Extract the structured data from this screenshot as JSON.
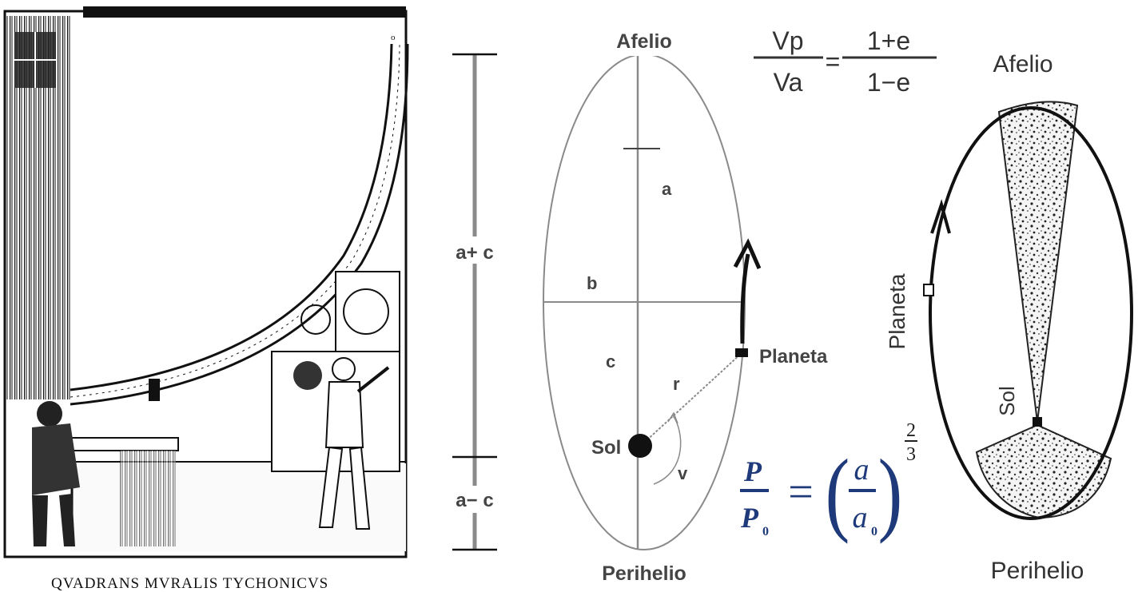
{
  "woodcut": {
    "caption": "QVADRANS MVRALIS TYCHONICVS",
    "scale_mark": "o"
  },
  "axis_labels": {
    "a_plus_c": "a+ c",
    "a_minus_c": "a− c"
  },
  "orbit_diagram": {
    "aphelion": "Afelio",
    "perihelion": "Perihelio",
    "a": "a",
    "b": "b",
    "c": "c",
    "r": "r",
    "v": "v",
    "sun": "Sol",
    "planet": "Planeta"
  },
  "velocity_formula": {
    "lhs_num": "Vp",
    "lhs_den": "Va",
    "equals": "=",
    "rhs_num": "1+e",
    "rhs_den": "1−e"
  },
  "period_formula": {
    "lhs_num": "P",
    "lhs_den": "P",
    "lhs_den_sub": "0",
    "equals": "=",
    "paren_open": "(",
    "paren_close": ")",
    "inner_num": "a",
    "inner_den": "a",
    "inner_den_sub": "0",
    "exponent_num": "2",
    "exponent_den": "3"
  },
  "kepler_area_diagram": {
    "aphelion": "Afelio",
    "perihelion": "Perihelio",
    "planet": "Planeta",
    "sun": "Sol"
  },
  "colors": {
    "ink": "#111111",
    "grey_line": "#8a8a8a",
    "formula_blue": "#1f3a7a",
    "paper": "#ffffff"
  }
}
